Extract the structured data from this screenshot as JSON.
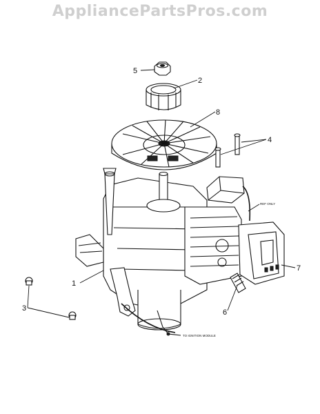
{
  "watermark": "AppliancePartsPros.com",
  "callouts": {
    "c1": "1",
    "c2": "2",
    "c3": "3",
    "c4": "4",
    "c5": "5",
    "c6": "6",
    "c7": "7",
    "c8": "8"
  },
  "notes": {
    "ref_only": "REF ONLY",
    "to_ignition": "TO IGNITION MODULE"
  }
}
